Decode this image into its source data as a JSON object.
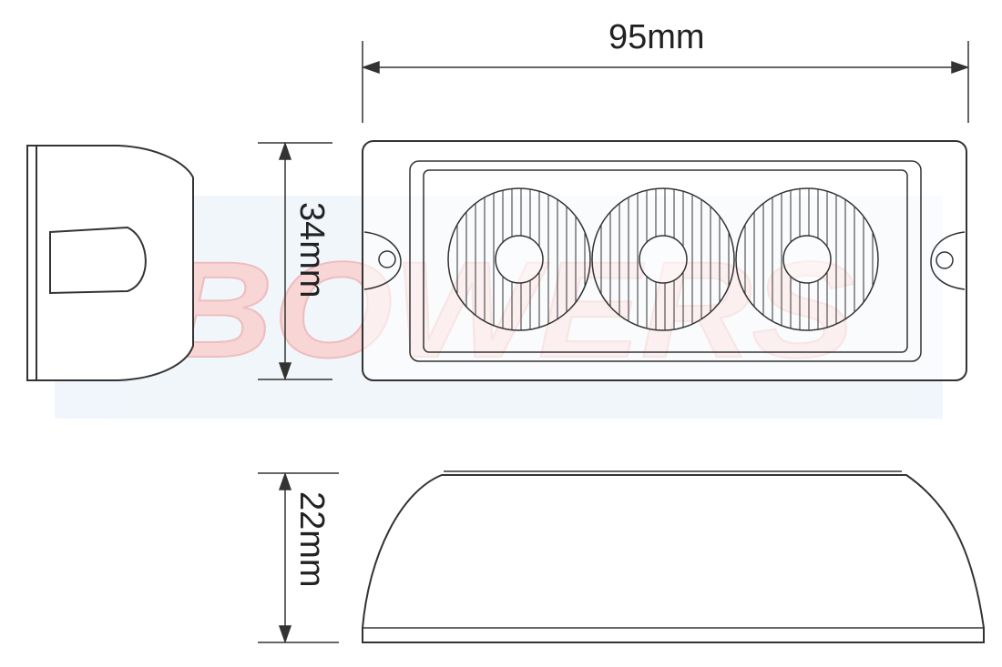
{
  "dimensions": {
    "width_label": "95mm",
    "height_label": "34mm",
    "depth_label": "22mm"
  },
  "watermark": {
    "brand": "BOWERS"
  },
  "views": {
    "led_count": 3
  },
  "colors": {
    "outline": "#333333",
    "watermark_red": "#e84c4c",
    "watermark_blue": "#c9dcf0"
  }
}
